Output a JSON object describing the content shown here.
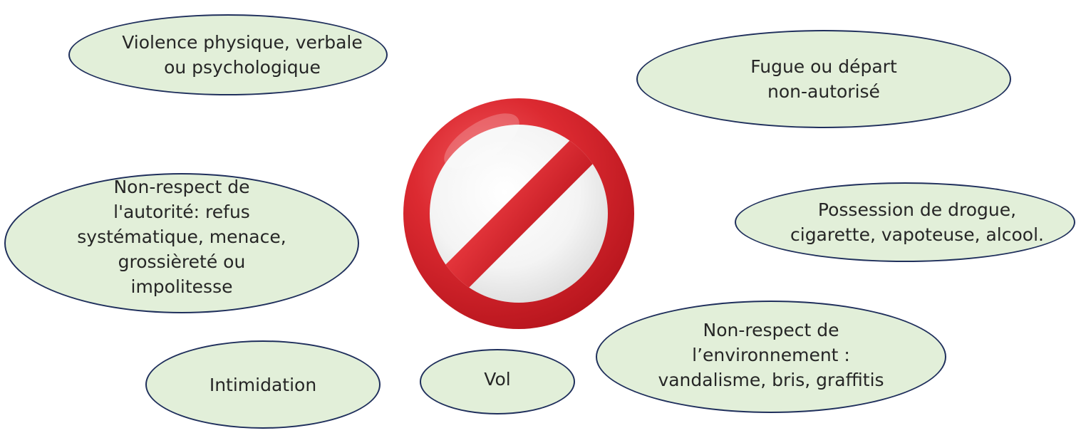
{
  "diagram": {
    "center_icon": "prohibition-sign-icon",
    "colors": {
      "bubble_fill": "#e2efd9",
      "bubble_border": "#1f2f5c",
      "sign_red": "#d7262e",
      "text": "#262626"
    },
    "bubbles": {
      "violence": "Violence physique, verbale\nou psychologique",
      "fugue": "Fugue ou départ\nnon-autorisé",
      "autorite": "Non-respect de\nl'autorité: refus\nsystématique, menace,\ngrossièreté ou\nimpolitesse",
      "drogue": "Possession de drogue,\ncigarette, vapoteuse, alcool.",
      "intimidation": "Intimidation",
      "vol": "Vol",
      "environnement": "Non-respect de\nl’environnement :\nvandalisme, bris, graffitis"
    }
  }
}
